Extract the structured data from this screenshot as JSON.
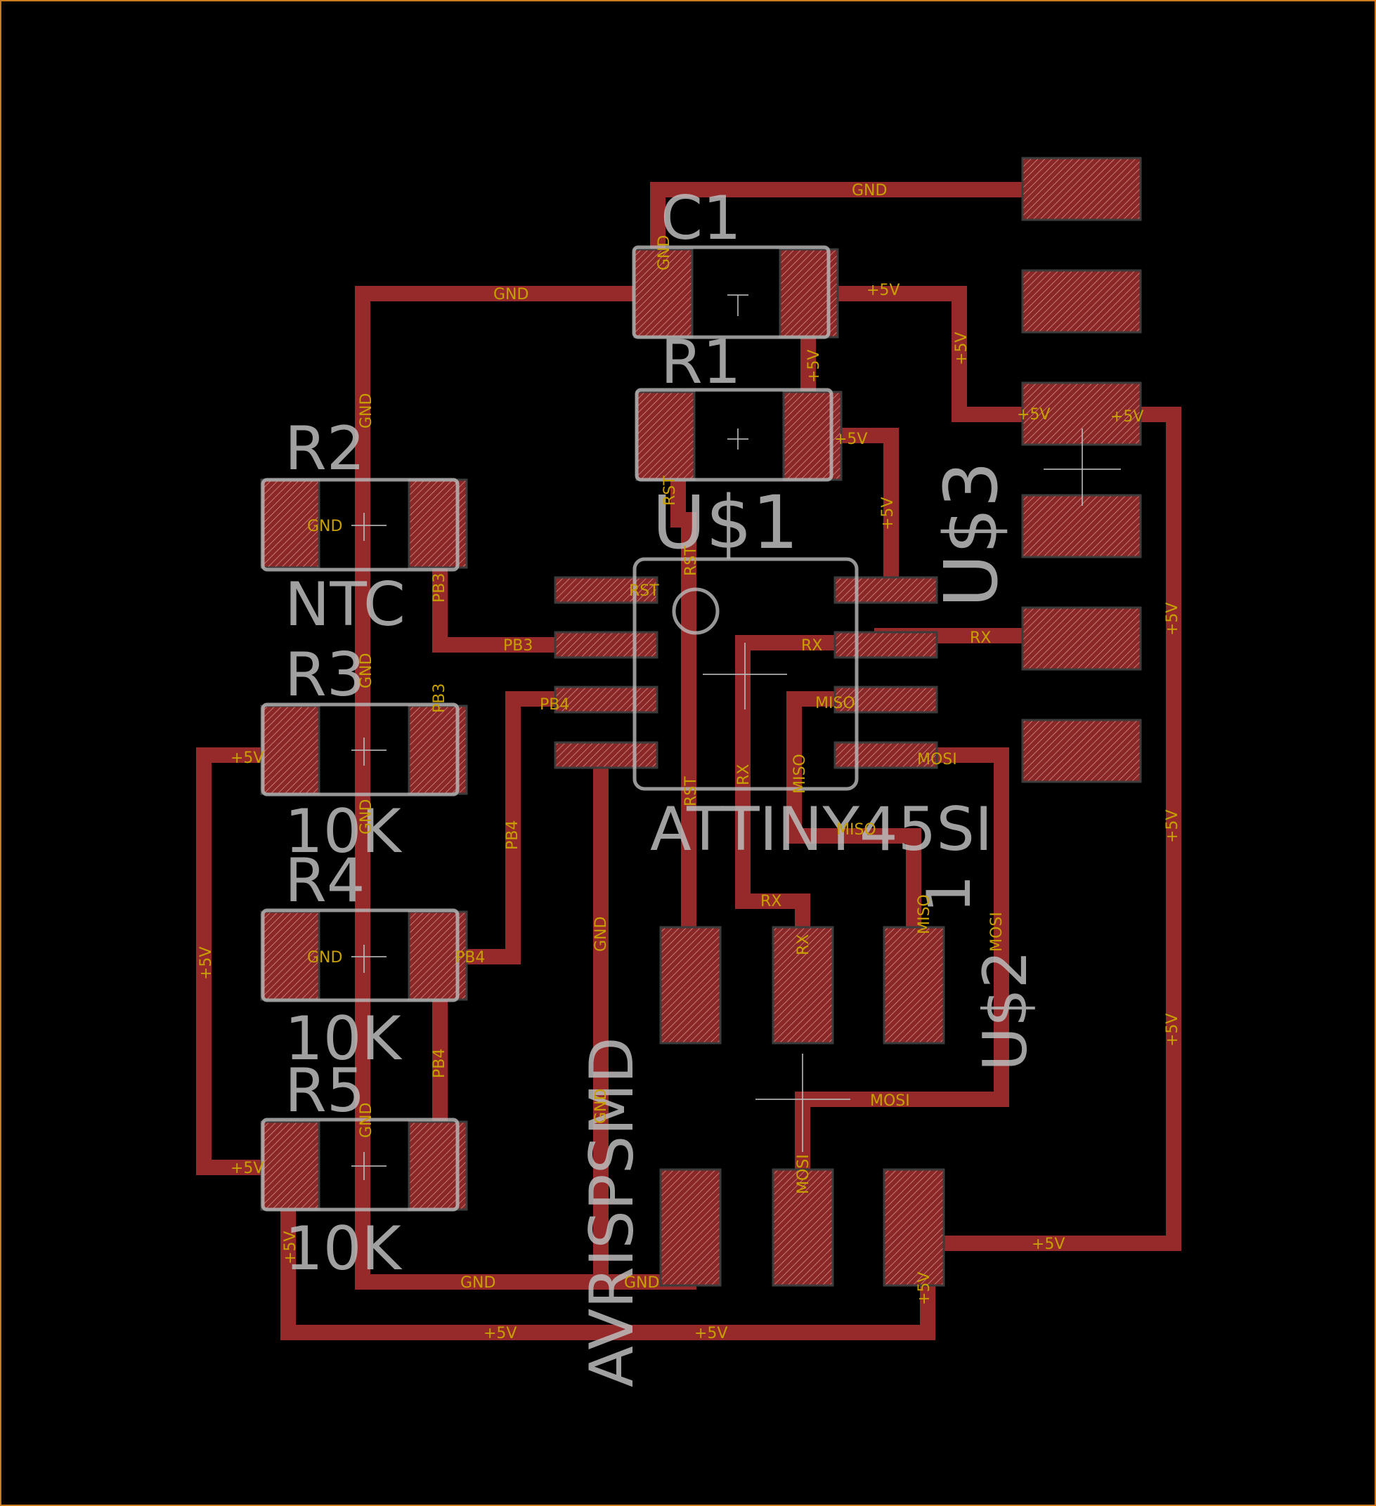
{
  "colors": {
    "background": "#000000",
    "copper": "#962a2a",
    "silkscreen": "#bcbcbc",
    "net_label": "#c8a000",
    "outline": "#c87a1e"
  },
  "parts": {
    "C1": "C1",
    "R1": "R1",
    "R2": "R2",
    "NTC": "NTC",
    "R3": "R3",
    "R3_value": "10K",
    "R4": "R4",
    "R4_value": "10K",
    "R5": "R5",
    "R5_value": "10K",
    "U1": "U$1",
    "U1_value": "ATTINY45SI",
    "U2": "U$2",
    "U2_value": "AVRISPSMD",
    "U3": "U$3",
    "U3_value": "1"
  },
  "net_labels": [
    {
      "id": "n1",
      "text": "GND"
    },
    {
      "id": "n2",
      "text": "GND"
    },
    {
      "id": "n3",
      "text": "GND"
    },
    {
      "id": "n4",
      "text": "+5V"
    },
    {
      "id": "n5",
      "text": "+5V"
    },
    {
      "id": "n6",
      "text": "+5V"
    },
    {
      "id": "n7",
      "text": "GND"
    },
    {
      "id": "n8",
      "text": "+5V"
    },
    {
      "id": "n9",
      "text": "+5V"
    },
    {
      "id": "n10",
      "text": "+5V"
    },
    {
      "id": "n11",
      "text": "RST"
    },
    {
      "id": "n12",
      "text": "+5V"
    },
    {
      "id": "n13",
      "text": "GND"
    },
    {
      "id": "n14",
      "text": "PB3"
    },
    {
      "id": "n15",
      "text": "RST"
    },
    {
      "id": "n16",
      "text": "RST"
    },
    {
      "id": "n17",
      "text": "PB3"
    },
    {
      "id": "n18",
      "text": "RX"
    },
    {
      "id": "n19",
      "text": "RX"
    },
    {
      "id": "n20",
      "text": "GND"
    },
    {
      "id": "n21",
      "text": "PB3"
    },
    {
      "id": "n22",
      "text": "PB4"
    },
    {
      "id": "n23",
      "text": "MISO"
    },
    {
      "id": "n24",
      "text": "+5V"
    },
    {
      "id": "n25",
      "text": "MOSI"
    },
    {
      "id": "n26",
      "text": "GND"
    },
    {
      "id": "n27",
      "text": "RX"
    },
    {
      "id": "n28",
      "text": "MISO"
    },
    {
      "id": "n29",
      "text": "RST"
    },
    {
      "id": "n30",
      "text": "PB4"
    },
    {
      "id": "n31",
      "text": "MISO"
    },
    {
      "id": "n32",
      "text": "RX"
    },
    {
      "id": "n33",
      "text": "+5V"
    },
    {
      "id": "n34",
      "text": "GND"
    },
    {
      "id": "n35",
      "text": "RX"
    },
    {
      "id": "n36",
      "text": "MISO"
    },
    {
      "id": "n37",
      "text": "MOSI"
    },
    {
      "id": "n38",
      "text": "GND"
    },
    {
      "id": "n39",
      "text": "PB4"
    },
    {
      "id": "n40",
      "text": "+5V"
    },
    {
      "id": "n41",
      "text": "PB4"
    },
    {
      "id": "n42",
      "text": "+5V"
    },
    {
      "id": "n43",
      "text": "GND"
    },
    {
      "id": "n44",
      "text": "MOSI"
    },
    {
      "id": "n45",
      "text": "GND"
    },
    {
      "id": "n46",
      "text": "+5V"
    },
    {
      "id": "n47",
      "text": "MOSI"
    },
    {
      "id": "n48",
      "text": "+5V"
    },
    {
      "id": "n49",
      "text": "+5V"
    },
    {
      "id": "n50",
      "text": "GND"
    },
    {
      "id": "n51",
      "text": "GND"
    },
    {
      "id": "n52",
      "text": "+5V"
    },
    {
      "id": "n53",
      "text": "+5V"
    },
    {
      "id": "n54",
      "text": "+5V"
    },
    {
      "id": "n55",
      "text": "+5V"
    }
  ]
}
